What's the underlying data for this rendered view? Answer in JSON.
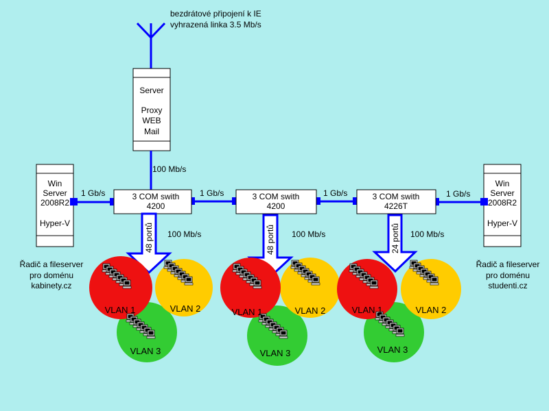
{
  "antenna_label": {
    "line1": "bezdrátové připojení k IE",
    "line2": "vyhrazená linka 3.5 Mb/s"
  },
  "server": {
    "line1": "Server",
    "line2": "Proxy",
    "line3": "WEB",
    "line4": "Mail"
  },
  "server_link": "100 Mb/s",
  "win_left": {
    "line1": "Win",
    "line2": "Server",
    "line3": "2008R2",
    "line4": "Hyper-V"
  },
  "win_right": {
    "line1": "Win",
    "line2": "Server",
    "line3": "2008R2",
    "line4": "Hyper-V"
  },
  "domain_left": {
    "line1": "Řadič a fileserver",
    "line2": "pro doménu",
    "line3": "kabinety.cz"
  },
  "domain_right": {
    "line1": "Řadič a fileserver",
    "line2": "pro doménu",
    "line3": "studenti.cz"
  },
  "links": {
    "l1": "1 Gb/s",
    "l2": "1 Gb/s",
    "l3": "1 Gb/s",
    "l4": "1 Gb/s"
  },
  "switches": [
    {
      "line1": "3 COM swith",
      "line2": "4200",
      "ports": "48 portů",
      "speed": "100 Mb/s"
    },
    {
      "line1": "3 COM swith",
      "line2": "4200",
      "ports": "48 portů",
      "speed": "100 Mb/s"
    },
    {
      "line1": "3 COM swith",
      "line2": "4226T",
      "ports": "24 portů",
      "speed": "100 Mb/s"
    }
  ],
  "vlans": {
    "vlan1": "VLAN 1",
    "vlan2": "VLAN 2",
    "vlan3": "VLAN 3"
  },
  "colors": {
    "background": "#b0eeee",
    "link": "#0000ff",
    "vlan1": "#ee1111",
    "vlan2": "#ffcc00",
    "vlan3": "#33cc33",
    "device": "#ffffff"
  }
}
